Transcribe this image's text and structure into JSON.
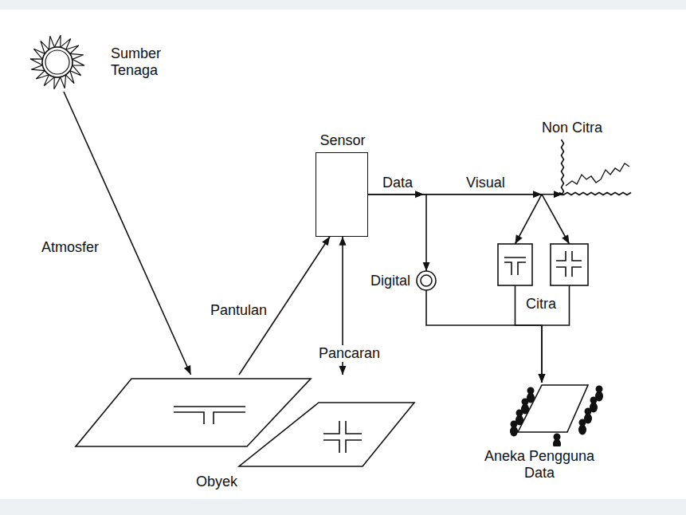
{
  "diagram": {
    "nodes": [
      {
        "text": [
          "Sumber Tenaga"
        ]
      },
      {
        "text": [
          "Sensor"
        ]
      },
      {
        "text": [
          "Non Citra"
        ]
      },
      {
        "text": [
          "Digital"
        ]
      },
      {
        "text": [
          "Citra"
        ]
      },
      {
        "text": [
          "Aneka Pengguna Data"
        ]
      },
      {
        "text": [
          "Obyek"
        ]
      }
    ],
    "edges": [
      {
        "from": 0,
        "to": 6,
        "label": "Atmosfer",
        "arrow": "to"
      },
      {
        "from": 6,
        "to": 1,
        "label": "Pantulan",
        "arrow": "to"
      },
      {
        "from": 6,
        "to": 1,
        "label": "Pancaran",
        "arrow": "both"
      },
      {
        "from": 1,
        "to": 3,
        "label": "Data",
        "arrow": "to"
      },
      {
        "from": 1,
        "to": 4,
        "label": "Visual",
        "arrow": "to"
      },
      {
        "from": 1,
        "to": 2,
        "arrow": "to"
      },
      {
        "from": 3,
        "to": 5,
        "arrow": "to"
      },
      {
        "from": 4,
        "to": 5,
        "arrow": "to"
      }
    ]
  }
}
